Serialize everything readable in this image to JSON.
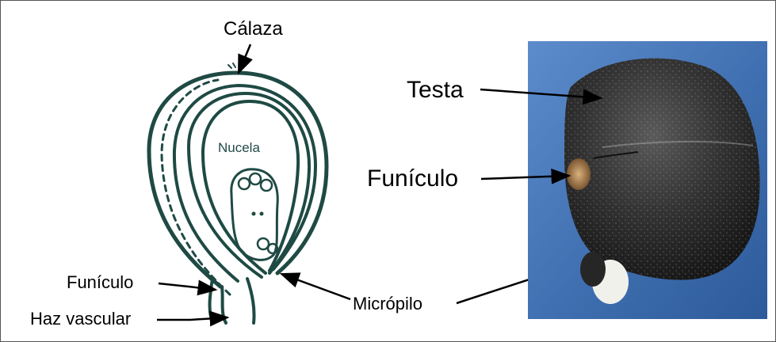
{
  "figure": {
    "ovule_diagram": {
      "labels": {
        "calaza": "Cálaza",
        "nucela": "Nucela",
        "funiculo": "Funículo",
        "haz_vascular": "Haz vascular",
        "micropilo": "Micrópilo"
      }
    },
    "seed_photo": {
      "labels": {
        "testa": "Testa",
        "funiculo": "Funículo"
      }
    },
    "colors": {
      "ink": "#1f4a44",
      "photo_bg": "#3f6fb0",
      "seed_dark": "#2b2b2b"
    }
  }
}
